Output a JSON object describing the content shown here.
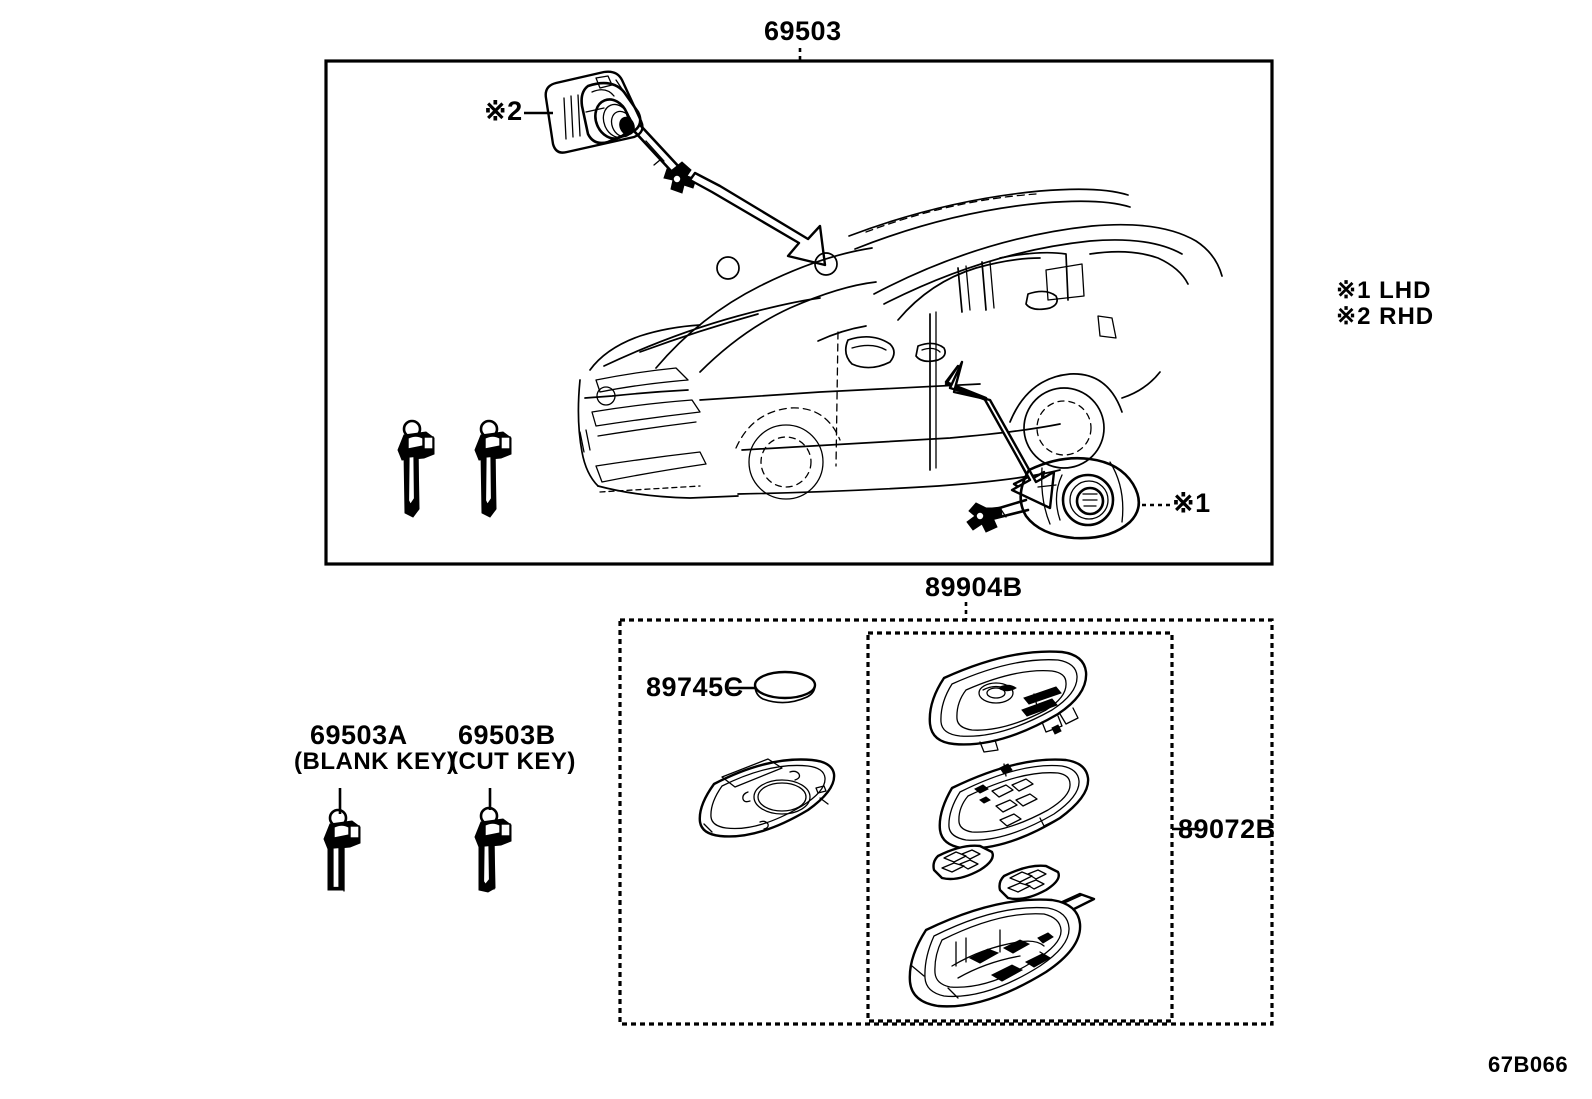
{
  "diagram": {
    "figure_code": "67B066",
    "title_part": "69503",
    "legend": [
      {
        "mark": "※1",
        "text": "LHD"
      },
      {
        "mark": "※2",
        "text": "RHD"
      }
    ],
    "callouts": {
      "top_box_code": "69503",
      "rhd_cylinder_mark": "※2",
      "lhd_cylinder_mark": "※1",
      "blank_key_code": "69503A",
      "blank_key_name": "(BLANK KEY)",
      "cut_key_code": "69503B",
      "cut_key_name": "(CUT KEY)",
      "transmitter_assy_code": "89904B",
      "fob_housing_code": "89072B",
      "battery_code": "89745C"
    }
  }
}
